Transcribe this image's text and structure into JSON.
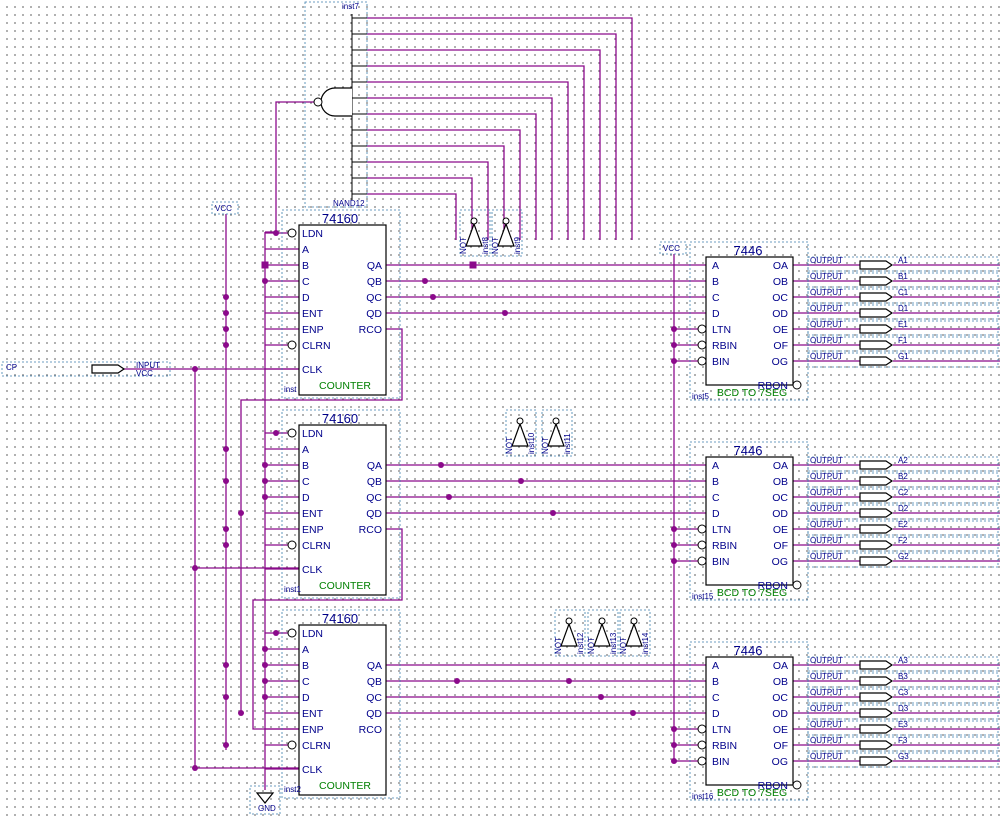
{
  "counters": [
    {
      "title": "74160",
      "name": "COUNTER",
      "instance": "inst",
      "left_pins": [
        "LDN",
        "A",
        "B",
        "C",
        "D",
        "ENT",
        "ENP",
        "CLRN",
        "CLK"
      ],
      "right_pins": [
        "QA",
        "QB",
        "QC",
        "QD",
        "RCO"
      ]
    },
    {
      "title": "74160",
      "name": "COUNTER",
      "instance": "inst1",
      "left_pins": [
        "LDN",
        "A",
        "B",
        "C",
        "D",
        "ENT",
        "ENP",
        "CLRN",
        "CLK"
      ],
      "right_pins": [
        "QA",
        "QB",
        "QC",
        "QD",
        "RCO"
      ]
    },
    {
      "title": "74160",
      "name": "COUNTER",
      "instance": "inst2",
      "left_pins": [
        "LDN",
        "A",
        "B",
        "C",
        "D",
        "ENT",
        "ENP",
        "CLRN",
        "CLK"
      ],
      "right_pins": [
        "QA",
        "QB",
        "QC",
        "QD",
        "RCO"
      ]
    }
  ],
  "decoders": [
    {
      "title": "7446",
      "name": "BCD TO 7SEG",
      "instance": "inst5",
      "left_pins": [
        "A",
        "B",
        "C",
        "D",
        "LTN",
        "RBIN",
        "BIN"
      ],
      "right_pins": [
        "OA",
        "OB",
        "OC",
        "OD",
        "OE",
        "OF",
        "OG",
        "RBON"
      ],
      "outputs": [
        "A1",
        "B1",
        "C1",
        "D1",
        "E1",
        "F1",
        "G1"
      ]
    },
    {
      "title": "7446",
      "name": "BCD TO 7SEG",
      "instance": "inst15",
      "left_pins": [
        "A",
        "B",
        "C",
        "D",
        "LTN",
        "RBIN",
        "BIN"
      ],
      "right_pins": [
        "OA",
        "OB",
        "OC",
        "OD",
        "OE",
        "OF",
        "OG",
        "RBON"
      ],
      "outputs": [
        "A2",
        "B2",
        "C2",
        "D2",
        "E2",
        "F2",
        "G2"
      ]
    },
    {
      "title": "7446",
      "name": "BCD TO 7SEG",
      "instance": "inst16",
      "left_pins": [
        "A",
        "B",
        "C",
        "D",
        "LTN",
        "RBIN",
        "BIN"
      ],
      "right_pins": [
        "OA",
        "OB",
        "OC",
        "OD",
        "OE",
        "OF",
        "OG",
        "RBON"
      ],
      "outputs": [
        "A3",
        "B3",
        "C3",
        "D3",
        "E3",
        "F3",
        "G3"
      ]
    }
  ],
  "nand": {
    "instance": "inst7",
    "name": "NAND12"
  },
  "not_gates": [
    {
      "instance": "inst8",
      "label": "NOT"
    },
    {
      "instance": "inst9",
      "label": "NOT"
    },
    {
      "instance": "inst10",
      "label": "NOT"
    },
    {
      "instance": "inst11",
      "label": "NOT"
    },
    {
      "instance": "inst12",
      "label": "NOT"
    },
    {
      "instance": "inst13",
      "label": "NOT"
    },
    {
      "instance": "inst14",
      "label": "NOT"
    }
  ],
  "vcc_labels": [
    "VCC",
    "VCC"
  ],
  "gnd_label": "GND",
  "input_pin": {
    "name": "CP",
    "label": "INPUT",
    "sublabel": "VCC"
  },
  "output_label": "OUTPUT",
  "colors": {
    "wire": "#8b0a8b",
    "text": "#00008b",
    "name": "#008000",
    "frame": "#3d7fae"
  }
}
